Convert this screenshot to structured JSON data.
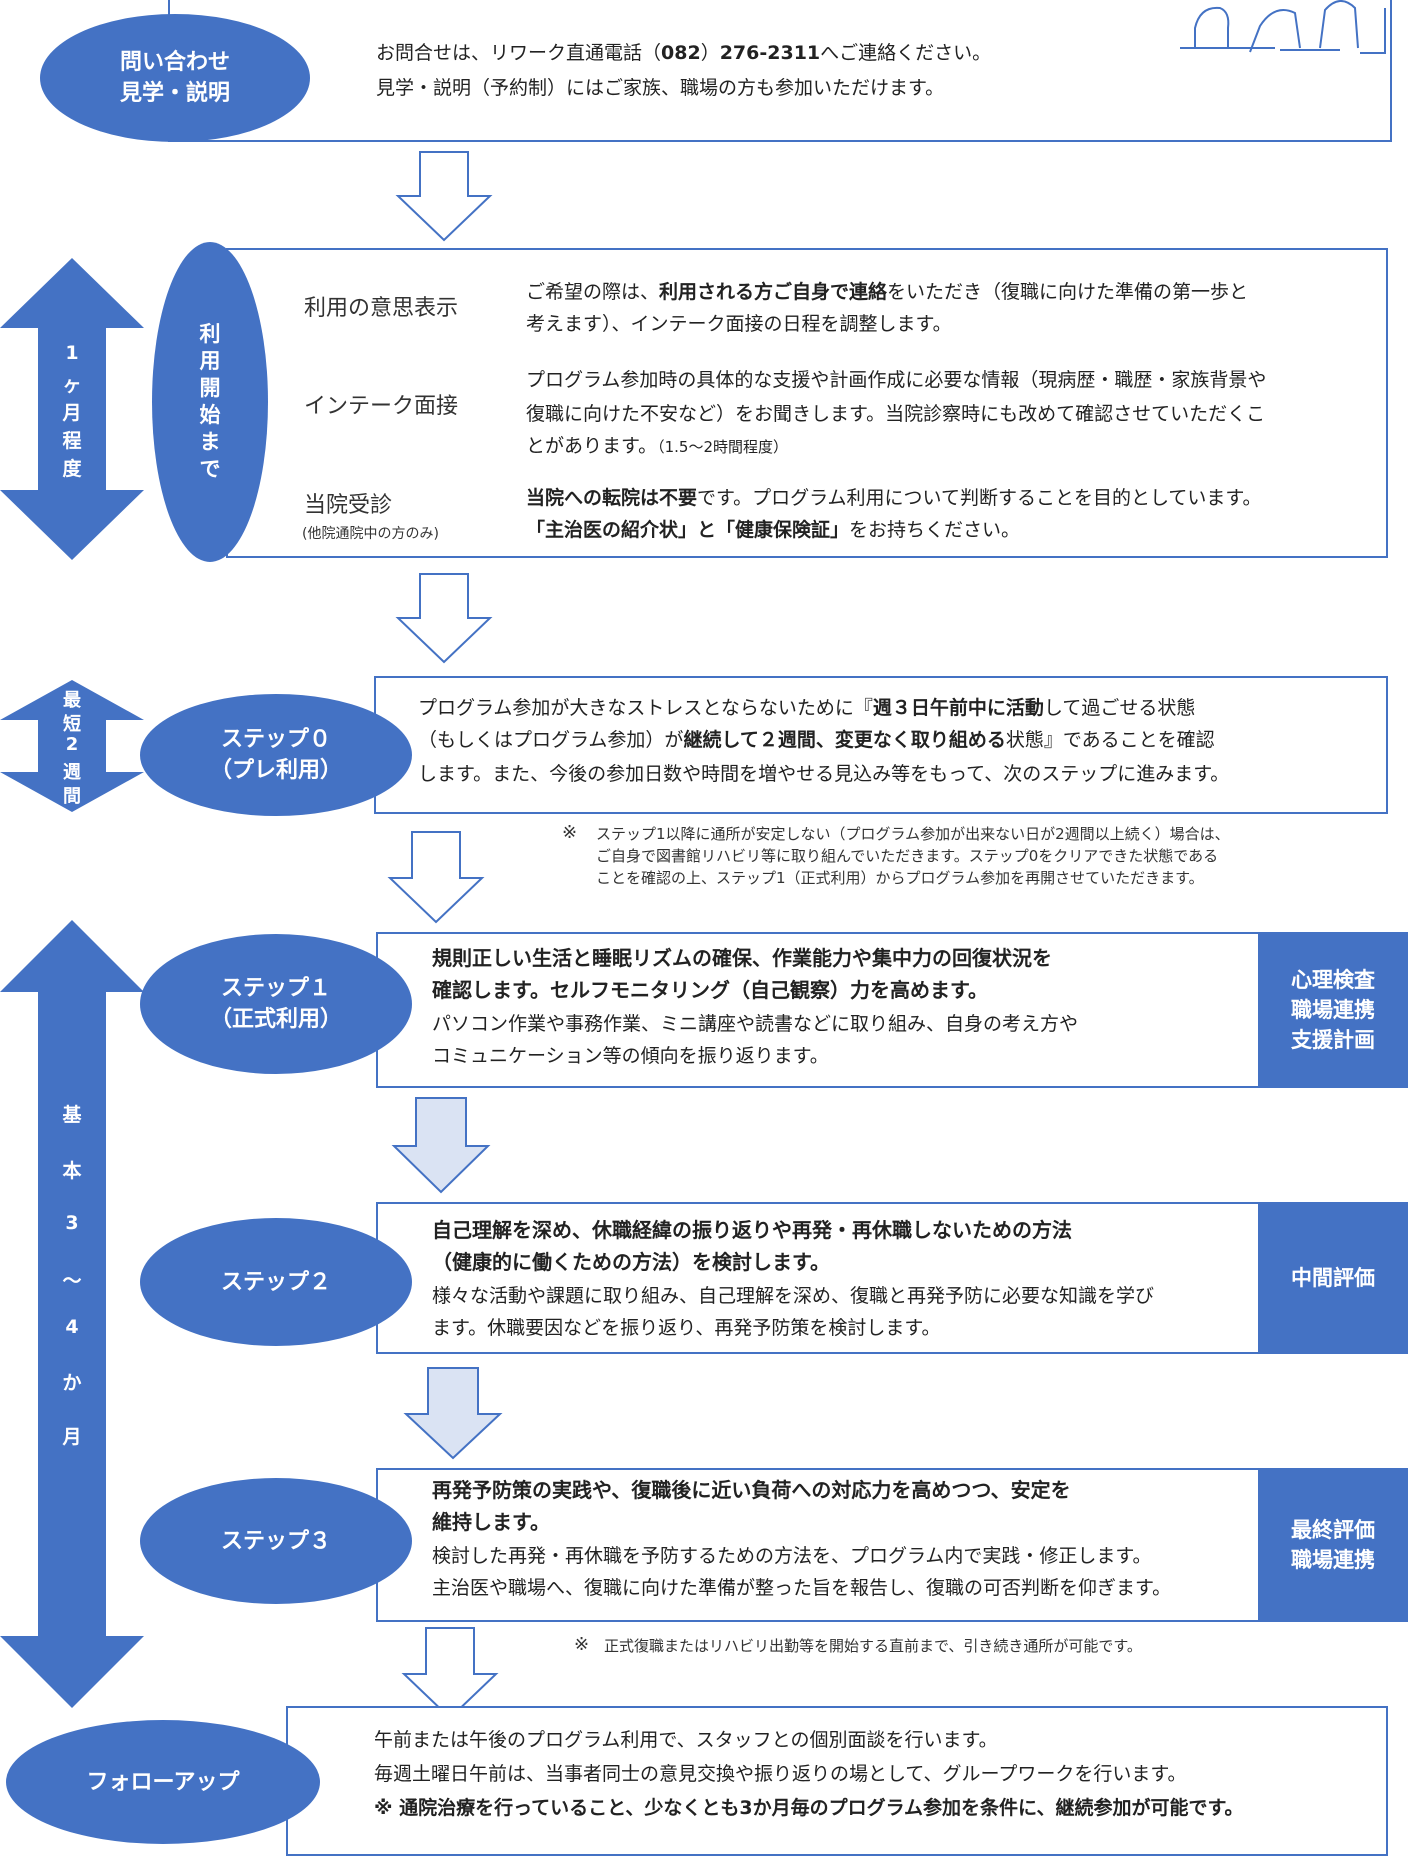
{
  "inquiry": {
    "title_line1": "問い合わせ",
    "title_line2": "見学・説明",
    "line1_a": "お問合せは、リワーク直通電話（",
    "line1_b": "082",
    "line1_c": "）",
    "line1_d": "276-2311",
    "line1_e": "へご連絡ください。",
    "line2": "見学・説明（予約制）にはご家族、職場の方も参加いただけます。"
  },
  "before_start": {
    "side_chars": [
      "1",
      "ヶ",
      "月",
      "程",
      "度"
    ],
    "oval_chars": [
      "利",
      "用",
      "開",
      "始",
      "ま",
      "で"
    ],
    "item1_label": "利用の意思表示",
    "item1_line1_a": "ご希望の際は、",
    "item1_line1_b": "利用される方ご自身で連絡",
    "item1_line1_c": "をいただき（復職に向けた準備の第一歩と",
    "item1_line2": "考えます）、インテーク面接の日程を調整します。",
    "item2_label": "インテーク面接",
    "item2_line1": "プログラム参加時の具体的な支援や計画作成に必要な情報（現病歴・職歴・家族背景や",
    "item2_line2": "復職に向けた不安など）をお聞きします。当院診察時にも改めて確認させていただくこ",
    "item2_line3_a": "とがあります。",
    "item2_line3_b": "（1.5〜2時間程度）",
    "item3_label": "当院受診",
    "item3_sublabel": "(他院通院中の方のみ)",
    "item3_line1_a": "当院への転院は不要",
    "item3_line1_b": "です。プログラム利用について判断することを目的としています。",
    "item3_line2_a": "「主治医の紹介状」と「健康保険証」",
    "item3_line2_b": "をお持ちください。"
  },
  "step0": {
    "side_chars": [
      "最",
      "短",
      "2",
      "週",
      "間"
    ],
    "title_line1": "ステップ０",
    "title_line2": "（プレ利用）",
    "line1_a": "プログラム参加が大きなストレスとならないために『",
    "line1_b": "週３日午前中に活動",
    "line1_c": "して過ごせる状態",
    "line2_a": "（もしくはプログラム参加）が",
    "line2_b": "継続して２週間、変更なく取り組める",
    "line2_c": "状態』であることを確認",
    "line3": "します。また、今後の参加日数や時間を増やせる見込み等をもって、次のステップに進みます。",
    "note_mark": "※",
    "note_line1": "ステップ1以降に通所が安定しない（プログラム参加が出来ない日が2週間以上続く）場合は、",
    "note_line2": "ご自身で図書館リハビリ等に取り組んでいただきます。ステップ0をクリアできた状態である",
    "note_line3": "ことを確認の上、ステップ1（正式利用）からプログラム参加を再開させていただきます。"
  },
  "main_period": {
    "side_chars": [
      "基",
      "本",
      "3",
      "〜",
      "4",
      "か",
      "月"
    ]
  },
  "step1": {
    "title_line1": "ステップ１",
    "title_line2": "（正式利用）",
    "bold_line1": "規則正しい生活と睡眠リズムの確保、作業能力や集中力の回復状況を",
    "bold_line2": "確認します。セルフモニタリング（自己観察）力を高めます。",
    "line3": "パソコン作業や事務作業、ミニ講座や読書などに取り組み、自身の考え方や",
    "line4": "コミュニケーション等の傾向を振り返ります。",
    "side_line1": "心理検査",
    "side_line2": "職場連携",
    "side_line3": "支援計画"
  },
  "step2": {
    "title": "ステップ２",
    "bold_line1": "自己理解を深め、休職経緯の振り返りや再発・再休職しないための方法",
    "bold_line2": "（健康的に働くための方法）を検討します。",
    "line3": "様々な活動や課題に取り組み、自己理解を深め、復職と再発予防に必要な知識を学び",
    "line4": "ます。休職要因などを振り返り、再発予防策を検討します。",
    "side_line1": "中間評価"
  },
  "step3": {
    "title": "ステップ３",
    "bold_line1": "再発予防策の実践や、復職後に近い負荷への対応力を高めつつ、安定を",
    "bold_line2": "維持します。",
    "line3": "検討した再発・再休職を予防するための方法を、プログラム内で実践・修正します。",
    "line4": "主治医や職場へ、復職に向けた準備が整った旨を報告し、復職の可否判断を仰ぎます。",
    "side_line1": "最終評価",
    "side_line2": "職場連携",
    "note_mark": "※",
    "note": "正式復職またはリハビリ出勤等を開始する直前まで、引き続き通所が可能です。"
  },
  "followup": {
    "title": "フォローアップ",
    "line1": "午前または午後のプログラム利用で、スタッフとの個別面談を行います。",
    "line2": "毎週土曜日午前は、当事者同士の意見交換や振り返りの場として、グループワークを行います。",
    "line3": "※ 通院治療を行っていること、少なくとも3か月毎のプログラム参加を条件に、継続参加が可能です。"
  },
  "colors": {
    "accent": "#4472c4",
    "arrow_fill_light": "#dae3f3"
  },
  "icons": [
    "people-at-desk-illustration",
    "down-arrow-icon",
    "double-headed-arrow-icon"
  ]
}
